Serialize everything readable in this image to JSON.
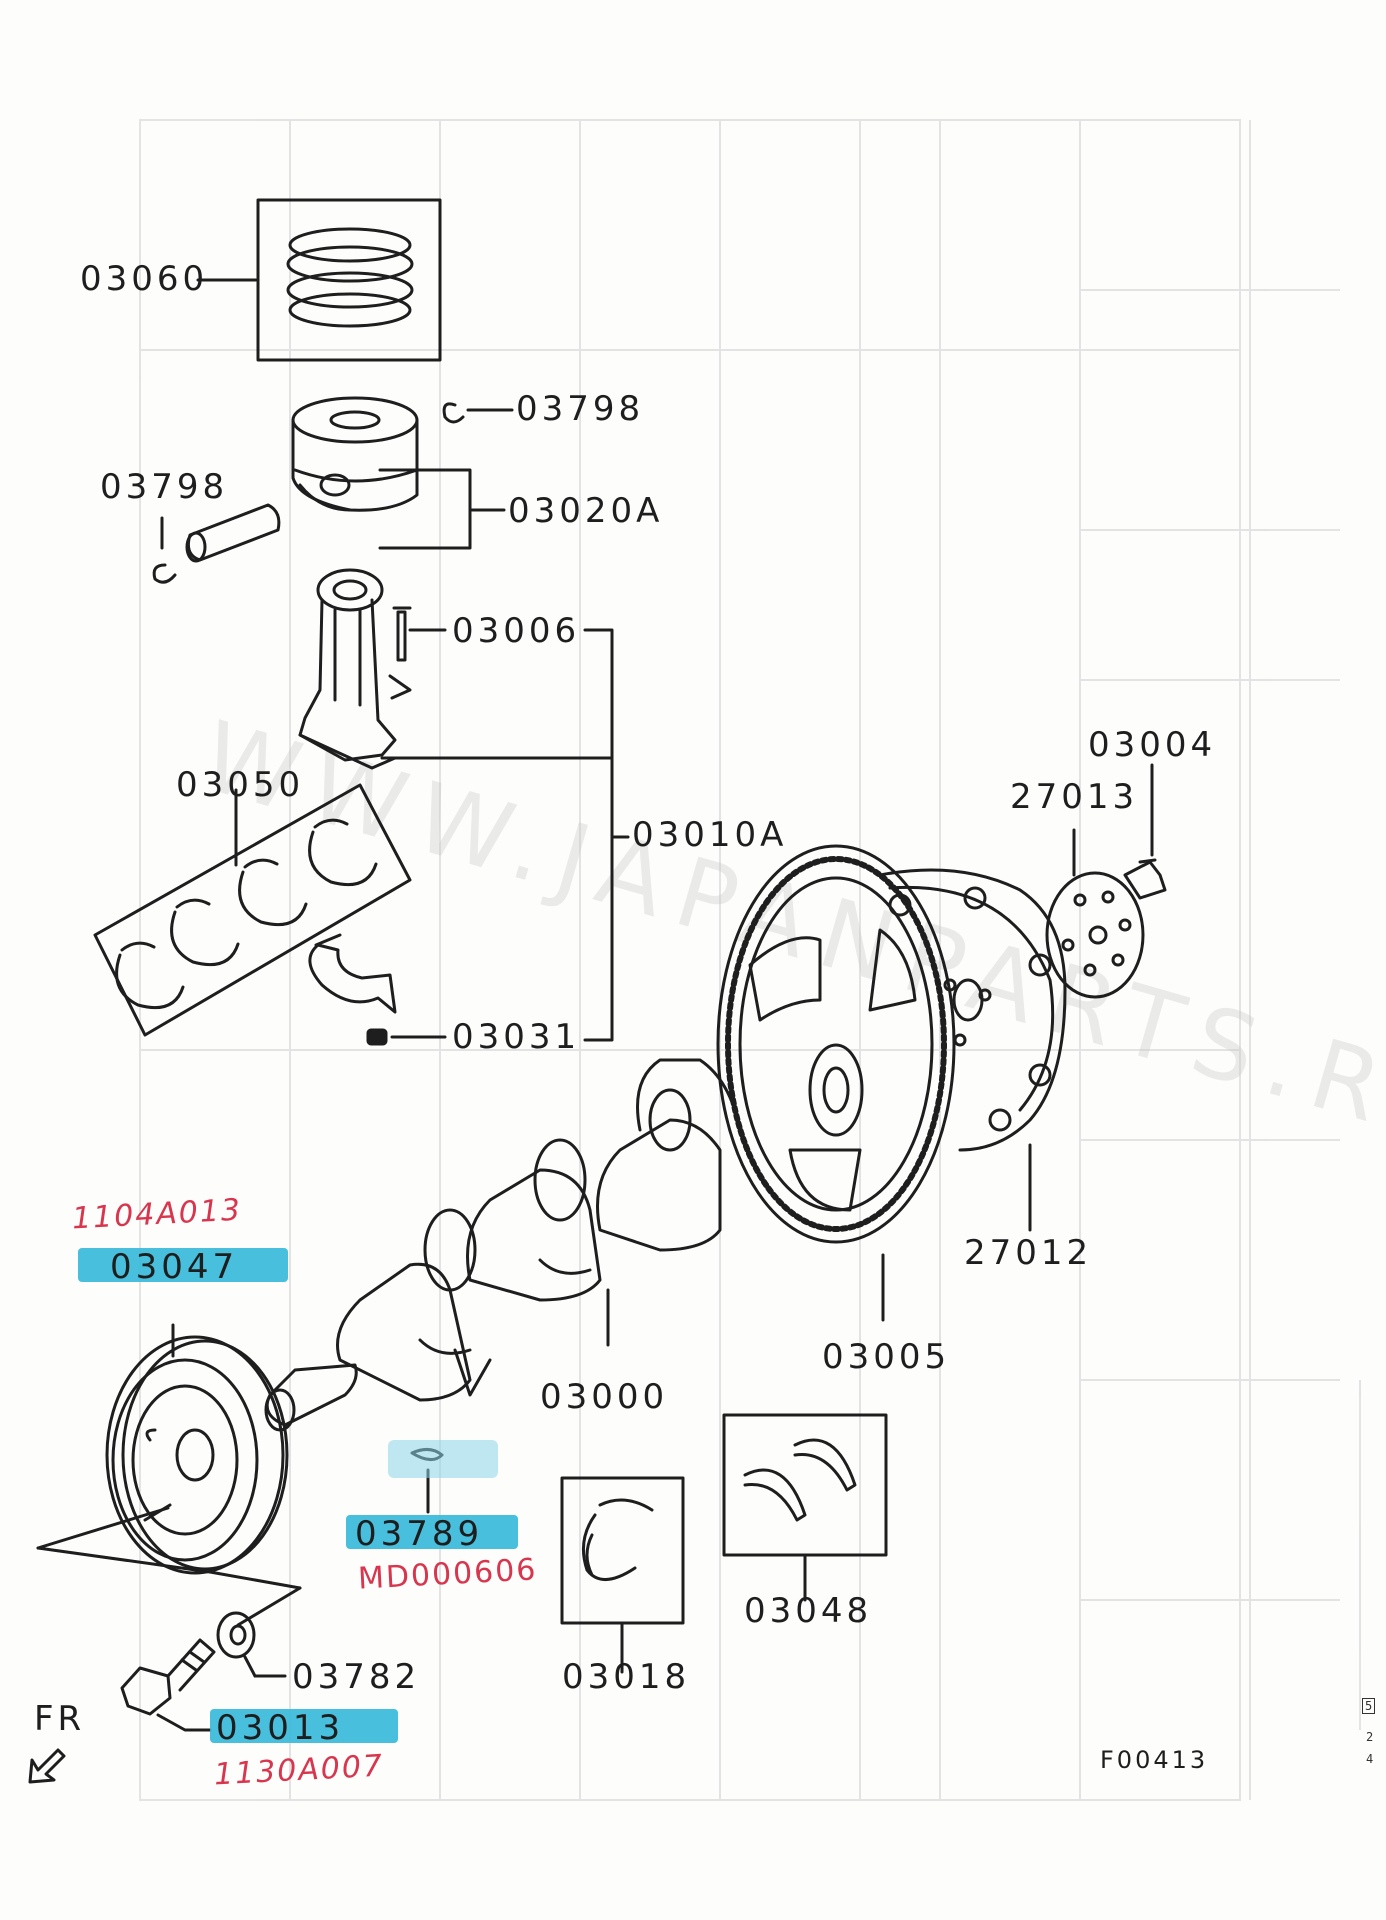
{
  "diagram": {
    "figure_code": "F00413",
    "direction_label": "FR",
    "watermark": "WWW.JAPANPARTS.RU",
    "labels": {
      "piston_rings": "03060",
      "piston_pin_clip_right": "03798",
      "piston_pin_clip_left": "03798",
      "piston": "03020A",
      "conrod_bolt": "03006",
      "conrod_bearing": "03050",
      "conrod_assembly": "03010A",
      "conrod_nut": "03031",
      "flywheel_bolt": "03004",
      "flywheel_plate": "27013",
      "flywheel_ring_gear": "27012",
      "flywheel": "03005",
      "crankshaft": "03000",
      "crank_pulley": "03047",
      "woodruff_key": "03789",
      "washer": "03782",
      "pulley_bolt": "03013",
      "main_bearing": "03018",
      "thrust_bearing": "03048"
    },
    "handwritten": {
      "pulley_part_no": "1104A013",
      "key_part_no": "MD000606",
      "bolt_part_no": "1130A007"
    },
    "highlighted": [
      "03047",
      "03789",
      "03013"
    ],
    "colors": {
      "highlight": "#34b8d8",
      "handwriting": "#d8364e",
      "ink": "#1e1e1e"
    },
    "margin_marks": [
      "5",
      "2",
      "4"
    ]
  }
}
